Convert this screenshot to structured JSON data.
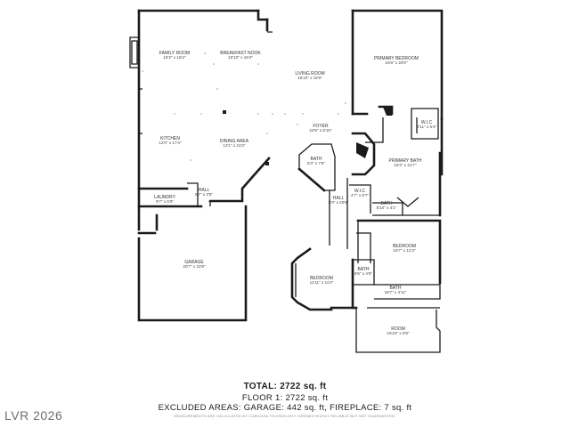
{
  "rooms": [
    {
      "id": "family-room",
      "name": "FAMILY ROOM",
      "dim": "16'2\" x 16'4\""
    },
    {
      "id": "breakfast-nook",
      "name": "BREAKFAST NOOK",
      "dim": "10'10\" x 16'4\""
    },
    {
      "id": "living-room",
      "name": "LIVING ROOM",
      "dim": "16'10\" x 16'0\""
    },
    {
      "id": "primary-bedroom",
      "name": "PRIMARY BEDROOM",
      "dim": "16'8\" x 20'0\""
    },
    {
      "id": "foyer",
      "name": "FOYER",
      "dim": "22'5\" x 8'10\""
    },
    {
      "id": "wic-1",
      "name": "W.I.C",
      "dim": "4'11\" x 6'4\""
    },
    {
      "id": "kitchen",
      "name": "KITCHEN",
      "dim": "12'0\" x 17'4\""
    },
    {
      "id": "dining-area",
      "name": "DINING AREA",
      "dim": "13'1\" x 21'0\""
    },
    {
      "id": "bath-1",
      "name": "BATH",
      "dim": "5'3\" x 7'6\""
    },
    {
      "id": "primary-bath",
      "name": "PRIMARY BATH",
      "dim": "15'2\" x 21'7\""
    },
    {
      "id": "laundry",
      "name": "LAUNDRY",
      "dim": "9'7\" x 5'9\""
    },
    {
      "id": "hall-1",
      "name": "HALL",
      "dim": "5'7\" x 3'5\""
    },
    {
      "id": "hall-2",
      "name": "HALL",
      "dim": "5'0\" x 20'8\""
    },
    {
      "id": "wic-2",
      "name": "W.I.C",
      "dim": "4'7\" x 9'7\""
    },
    {
      "id": "bath-2",
      "name": "BATH",
      "dim": "5'10\" x 4'1\""
    },
    {
      "id": "garage",
      "name": "GARAGE",
      "dim": "20'7\" x 22'8\""
    },
    {
      "id": "bedroom-1",
      "name": "BEDROOM",
      "dim": "16'7\" x 12'3\""
    },
    {
      "id": "bath-3",
      "name": "BATH",
      "dim": "8'6\" x 4'5\""
    },
    {
      "id": "bedroom-2",
      "name": "BEDROOM",
      "dim": "11'11\" x 11'2\""
    },
    {
      "id": "bath-4",
      "name": "BATH",
      "dim": "16'7\" x 4'11\""
    },
    {
      "id": "room",
      "name": "ROOM",
      "dim": "15'10\" x 8'9\""
    }
  ],
  "summary": {
    "total": "TOTAL: 2722 sq. ft",
    "floor": "FLOOR 1: 2722 sq. ft",
    "excluded": "EXCLUDED AREAS: GARAGE: 442 sq. ft, FIREPLACE: 7 sq. ft",
    "note": "MEASUREMENTS ARE CALCULATED BY CUBICASA TECHNOLOGY. DEEMED HIGHLY RELIABLE BUT NOT GUARANTEED."
  },
  "watermark": "LVR 2026"
}
